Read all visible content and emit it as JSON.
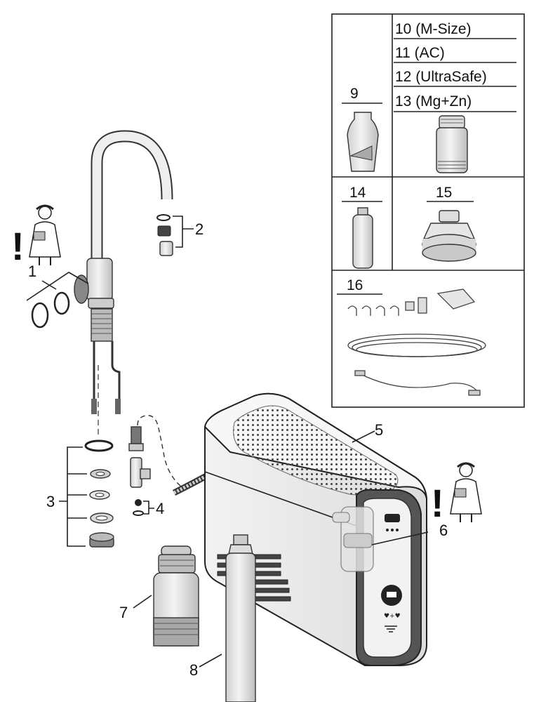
{
  "callouts": {
    "c1": "1",
    "c2": "2",
    "c3": "3",
    "c4": "4",
    "c5": "5",
    "c6": "6",
    "c7": "7",
    "c8": "8"
  },
  "warning_glyph": "!",
  "table": {
    "c9": "9",
    "c10": "10 (M-Size)",
    "c11": "11 (AC)",
    "c12": "12 (UltraSafe)",
    "c13": "13 (Mg+Zn)",
    "c14": "14",
    "c15": "15",
    "c16": "16"
  },
  "icons": [
    "installer-figure-icon",
    "warning-exclamation-icon",
    "faucet",
    "filter-cartridge",
    "co2-bottle",
    "chiller-unit"
  ],
  "colors": {
    "line": "#222222",
    "part_fill": "#e8e8e8",
    "dark_fill": "#555555"
  }
}
